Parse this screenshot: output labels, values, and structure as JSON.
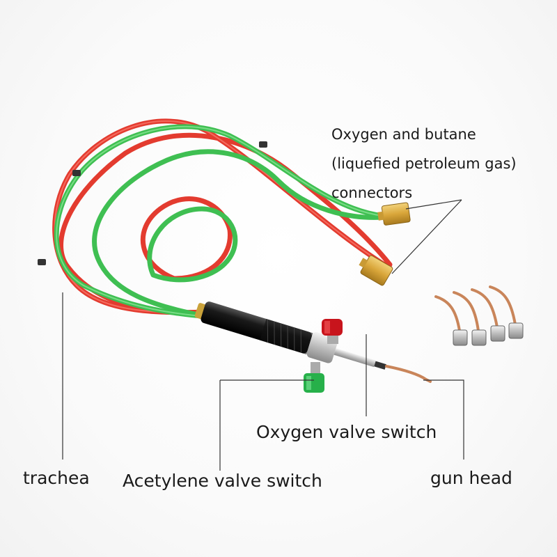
{
  "labels": {
    "connectors": [
      "Oxygen and butane",
      "(liquefied petroleum gas)",
      "connectors"
    ],
    "oxygen_valve": "Oxygen valve switch",
    "acetylene_valve": "Acetylene valve switch",
    "trachea": "trachea",
    "gun_head": "gun head"
  },
  "colors": {
    "hose_green": "#3fbf52",
    "hose_red": "#e33b2f",
    "brass": "#d9a63a",
    "handle": "#222222",
    "valve_red": "#c8141c",
    "valve_green": "#27b04a",
    "copper": "#c9855a",
    "leader": "#333333"
  }
}
